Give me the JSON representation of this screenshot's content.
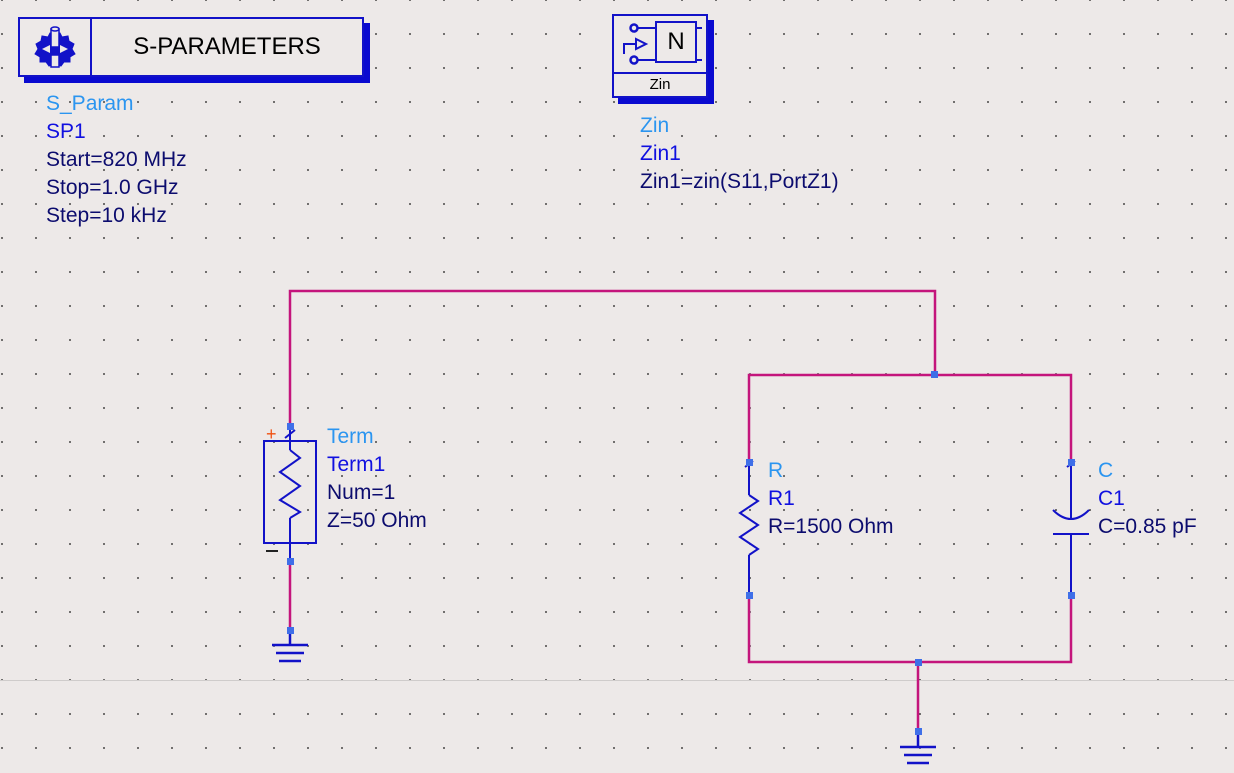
{
  "colors": {
    "wire": "#c4157c",
    "component": "#1212c8",
    "pin": "#3f6fe8",
    "type_label": "#2b95f0",
    "instance_label": "#1010e0",
    "param_label": "#0c0c6e",
    "plus_sign": "#f05010"
  },
  "sparams": {
    "title": "S-PARAMETERS",
    "icon": "gear-icon",
    "type": "S_Param",
    "instance": "SP1",
    "params": [
      "Start=820 MHz",
      "Stop=1.0 GHz",
      "Step=10 kHz"
    ]
  },
  "zin": {
    "box_symbol": "N",
    "box_label": "Zin",
    "icon": "network-port-icon",
    "type": "Zin",
    "instance": "Zin1",
    "params": [
      "Zin1=zin(S11,PortZ1)"
    ]
  },
  "term": {
    "type": "Term",
    "instance": "Term1",
    "params": [
      "Num=1",
      "Z=50 Ohm"
    ],
    "plus": "+",
    "minus": "−"
  },
  "resistor": {
    "type": "R",
    "instance": "R1",
    "params": [
      "R=1500 Ohm"
    ]
  },
  "capacitor": {
    "type": "C",
    "instance": "C1",
    "params": [
      "C=0.85 pF"
    ]
  }
}
